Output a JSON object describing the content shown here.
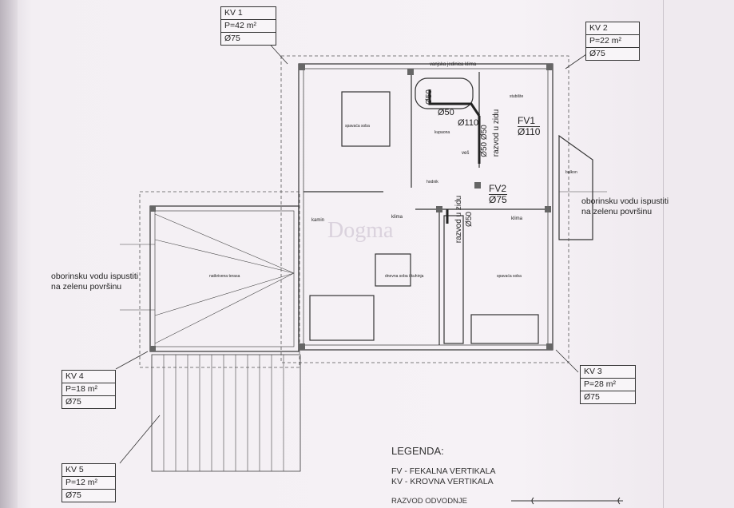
{
  "roof_verticals": [
    {
      "label": "KV 1",
      "area": "P=42 m²",
      "diameter": "Ø75"
    },
    {
      "label": "KV 2",
      "area": "P=22 m²",
      "diameter": "Ø75"
    },
    {
      "label": "KV 3",
      "area": "P=28 m²",
      "diameter": "Ø75"
    },
    {
      "label": "KV 4",
      "area": "P=18 m²",
      "diameter": "Ø75"
    },
    {
      "label": "KV 5",
      "area": "P=12 m²",
      "diameter": "Ø75"
    }
  ],
  "fecal_verticals": [
    {
      "label": "FV1",
      "diameter": "Ø110"
    },
    {
      "label": "FV2",
      "diameter": "Ø75"
    }
  ],
  "notes": {
    "left": [
      "oborinsku vodu ispustiti",
      "na zelenu površinu"
    ],
    "right": [
      "oborinsku vodu ispustiti",
      "na zelenu površinu"
    ],
    "pipe_a": "Ø50",
    "pipe_b": "Ø110",
    "pipe_c": "Ø50",
    "pipe_d": "Ø50 Ø50",
    "razvod1": "razvod u zidu",
    "razvod2": "razvod u zidu",
    "pipe_e": "Ø50",
    "ac": "vanjska jedinica klima",
    "klima1": "klima",
    "klima2": "klima",
    "kamin": "kamin",
    "ves": "veš"
  },
  "rooms": [
    "spavaća soba",
    "kupaona",
    "hodnik",
    "dnevna soba i kuhinja",
    "natkrivena terasa",
    "spavaća soba",
    "stubište",
    "balkon"
  ],
  "watermark": "Dogma",
  "legend": {
    "title": "LEGENDA:",
    "items": [
      "FV - FEKALNA VERTIKALA",
      "KV - KROVNA VERTIKALA"
    ],
    "drain_label": "RAZVOD ODVODNJE"
  }
}
